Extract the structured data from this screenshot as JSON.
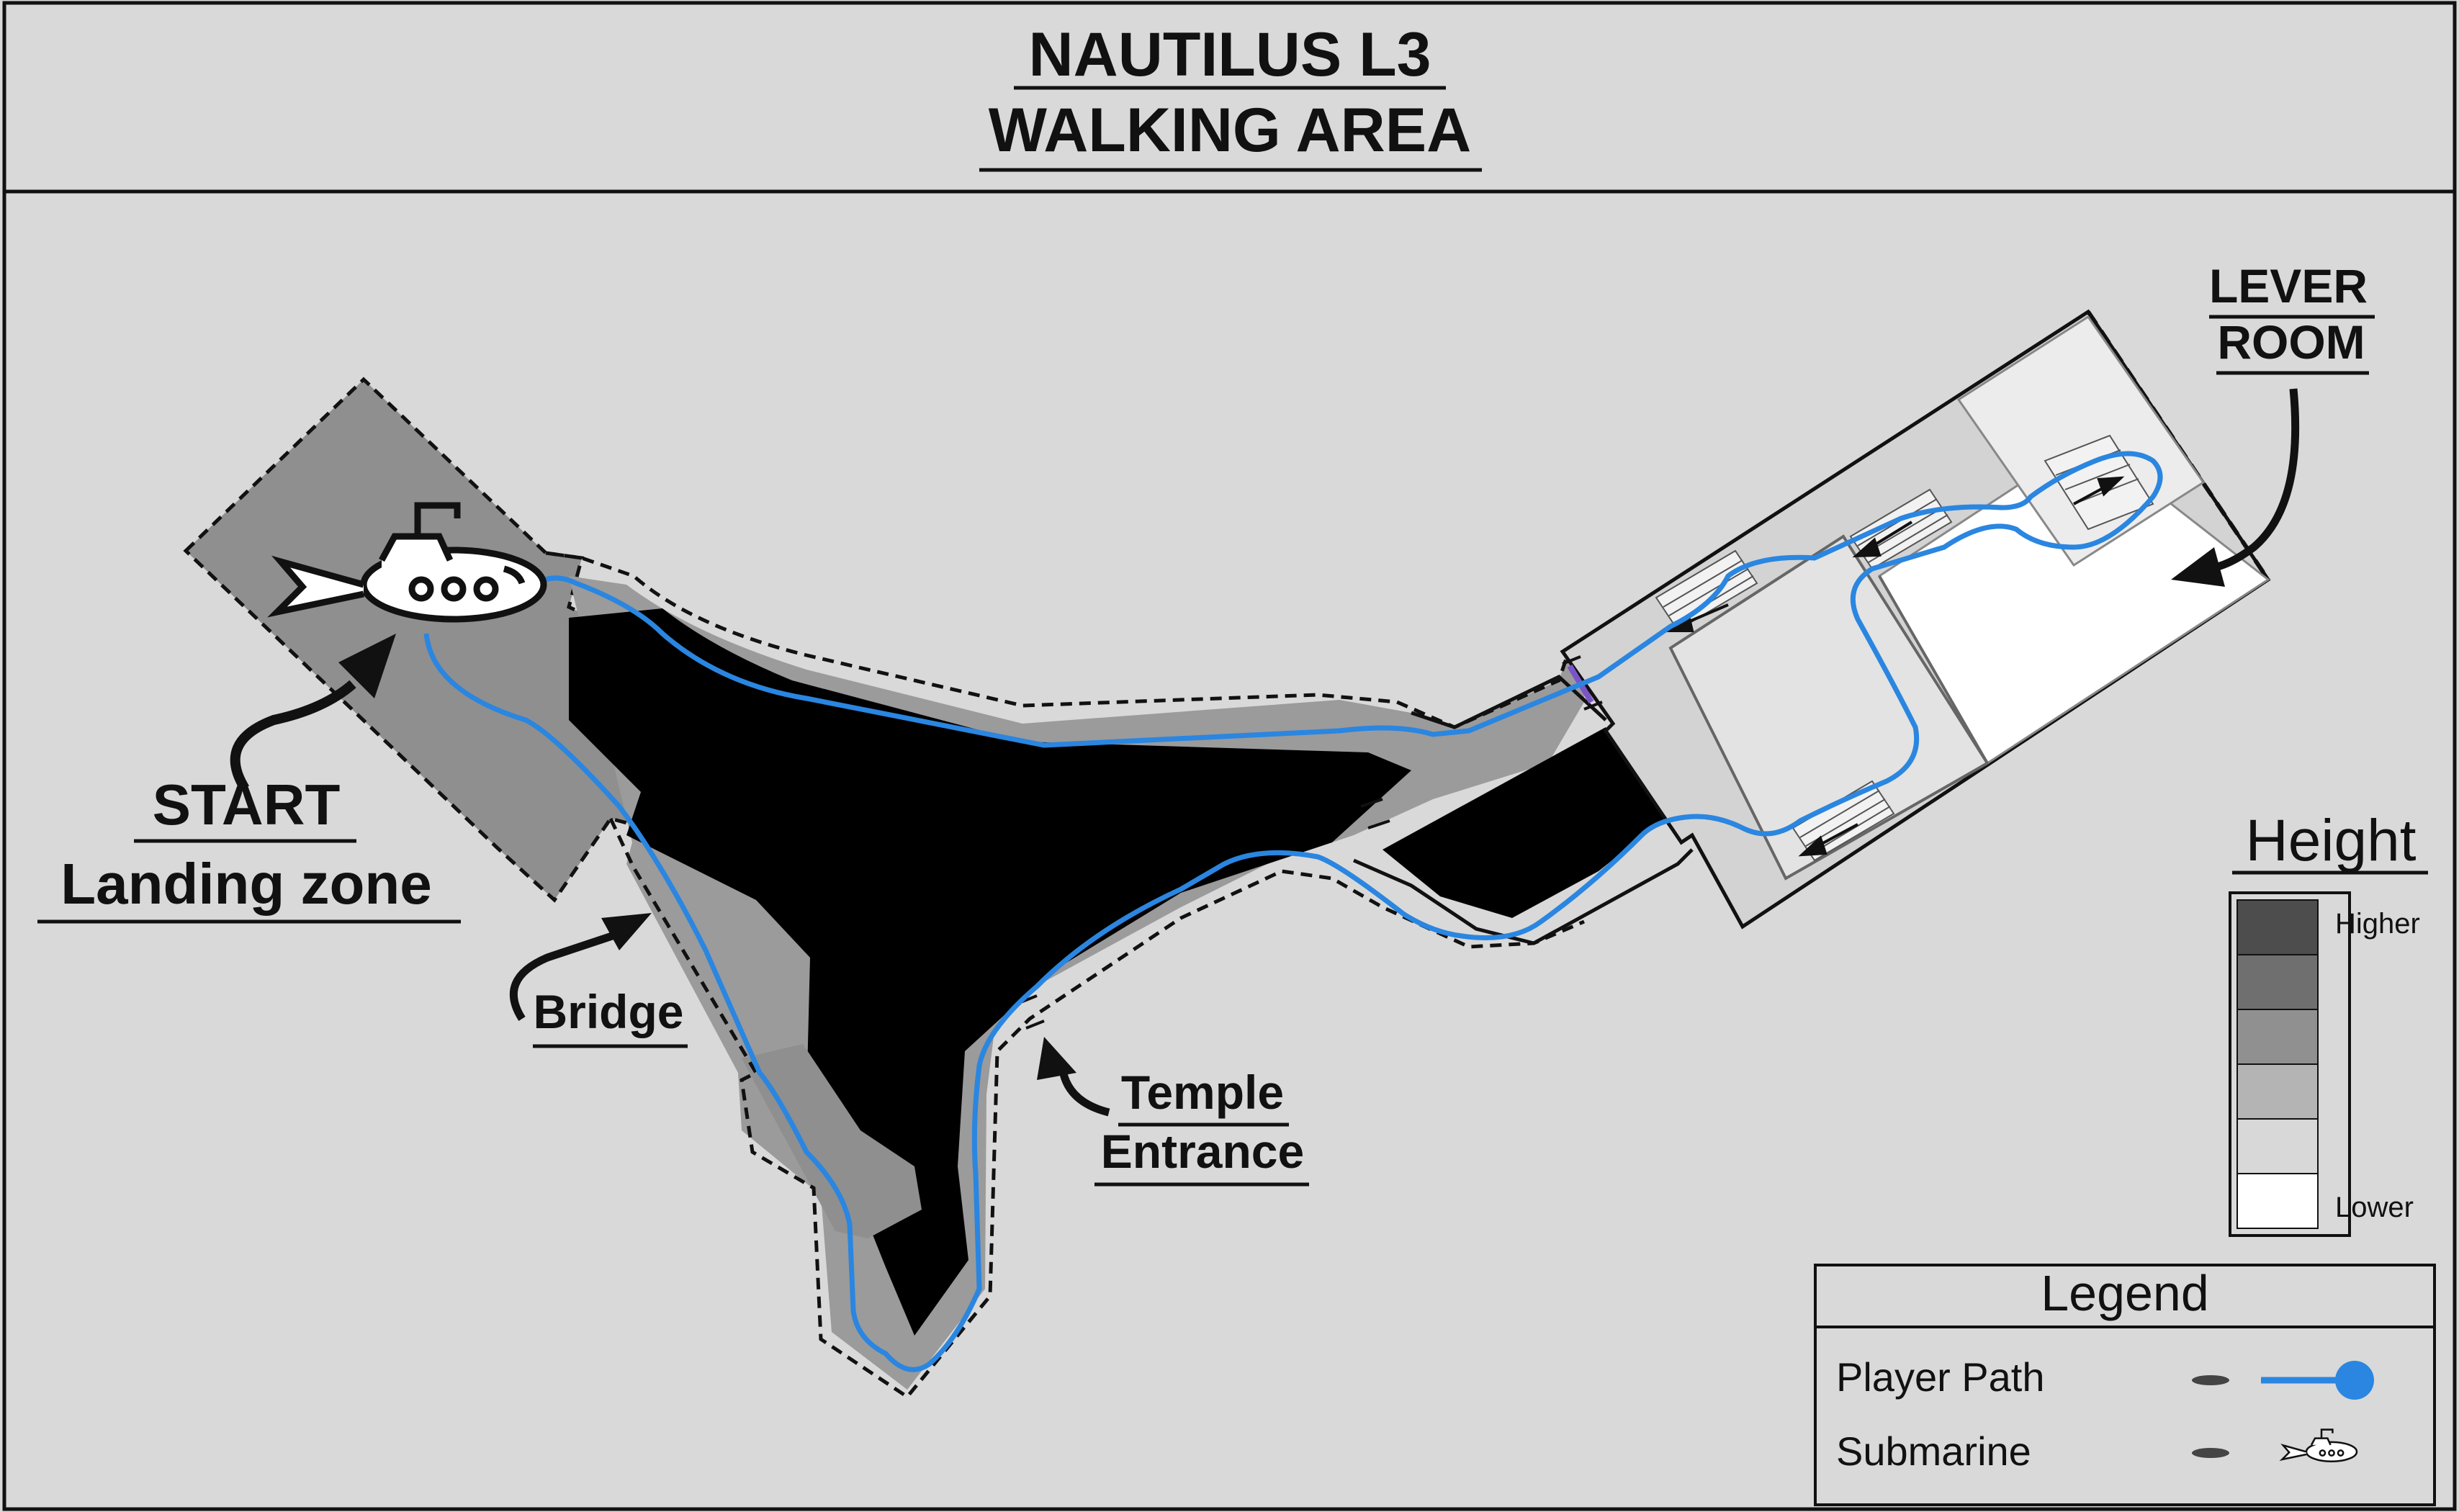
{
  "title": {
    "line1": "NAUTILUS L3",
    "line2": "WALKING AREA"
  },
  "labels": {
    "start_line1": "START",
    "start_line2": "Landing zone",
    "bridge": "Bridge",
    "temple_line1": "Temple",
    "temple_line2": "Entrance",
    "lever_line1": "LEVER",
    "lever_line2": "ROOM"
  },
  "height_scale": {
    "title": "Height",
    "high_label": "Higher",
    "low_label": "Lower",
    "levels": [
      "#4d4d4d",
      "#6f6f6f",
      "#909090",
      "#b4b4b4",
      "#d8d8d8",
      "#ffffff"
    ]
  },
  "legend": {
    "title": "Legend",
    "items": [
      {
        "label": "Player Path",
        "icon": "path-line-icon"
      },
      {
        "label": "Submarine",
        "icon": "submarine-icon"
      }
    ]
  },
  "colors": {
    "path": "#2a86e0",
    "ground_mid": "#9b9b9b",
    "ground_high": "#8f8f8f",
    "pit": "#000000",
    "background": "#d9d9d9"
  }
}
